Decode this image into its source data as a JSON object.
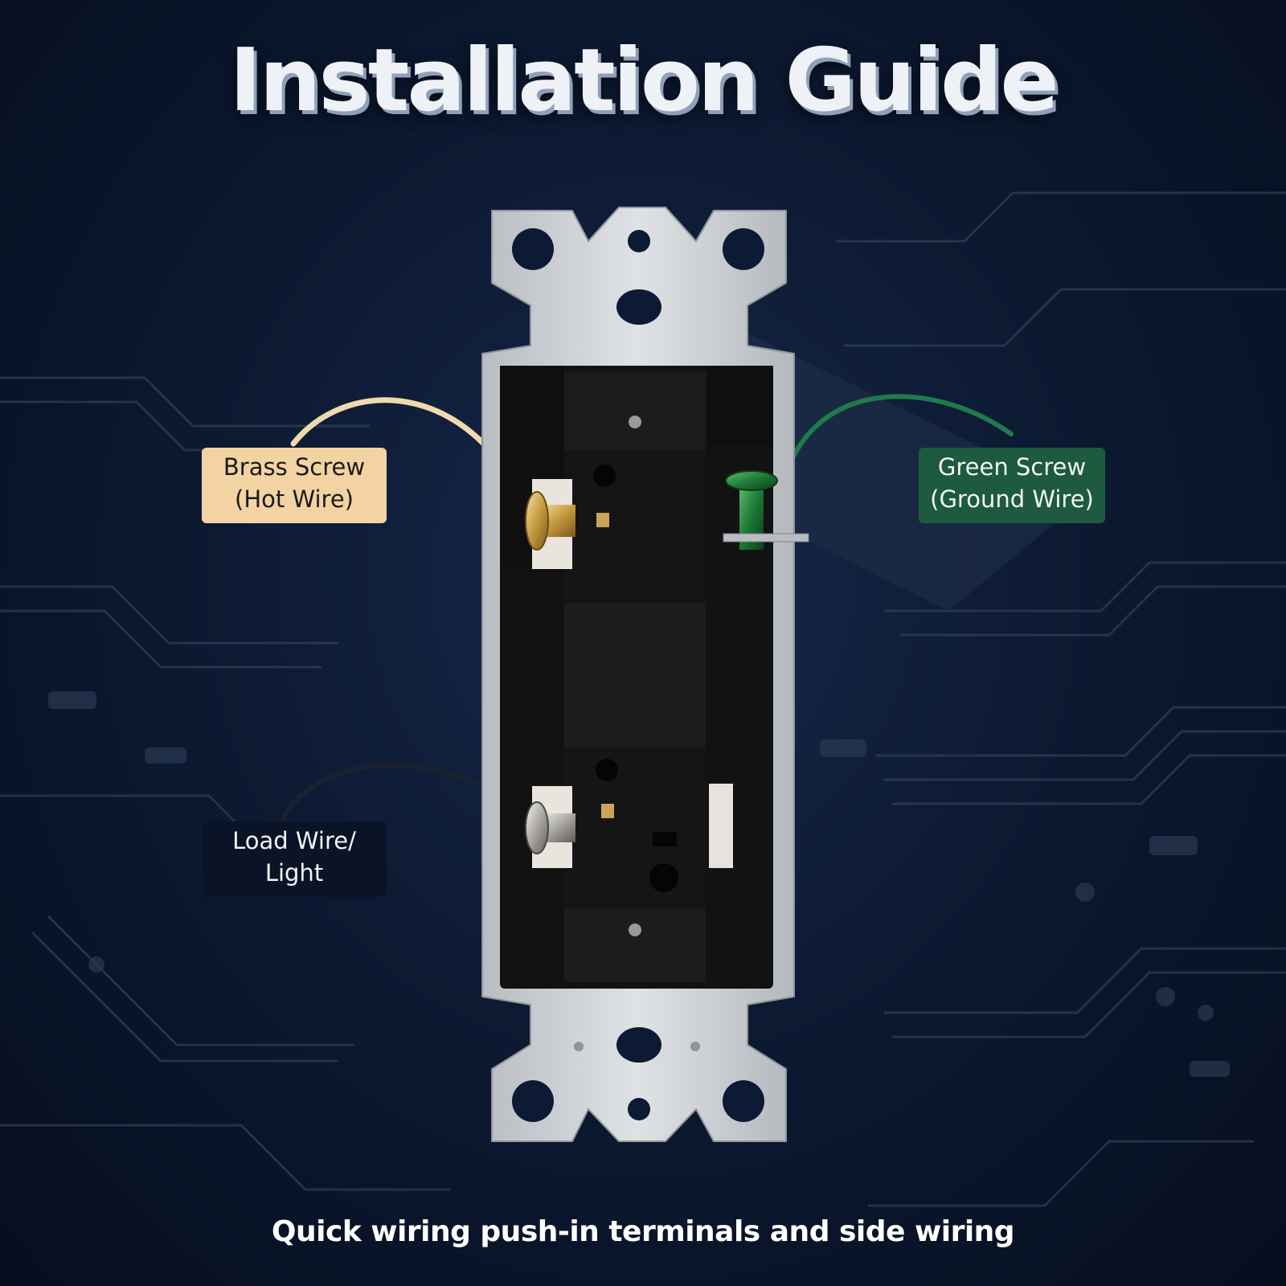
{
  "title": "Installation Guide",
  "subtitle": "Quick wiring push-in terminals and side wiring",
  "callouts": {
    "brass": {
      "line1": "Brass Screw",
      "line2": "(Hot Wire)"
    },
    "green": {
      "line1": "Green Screw",
      "line2": "(Ground Wire)"
    },
    "load": {
      "line1": "Load Wire/",
      "line2": "Light"
    }
  },
  "colors": {
    "background": "#0d1a33",
    "brass_label": "#f3d3a2",
    "green_label": "#1d5a3e",
    "load_label": "#0b1426",
    "brass_wire": "#f0d9ae",
    "green_wire": "#1f7a4c",
    "load_wire": "#1a2230"
  }
}
